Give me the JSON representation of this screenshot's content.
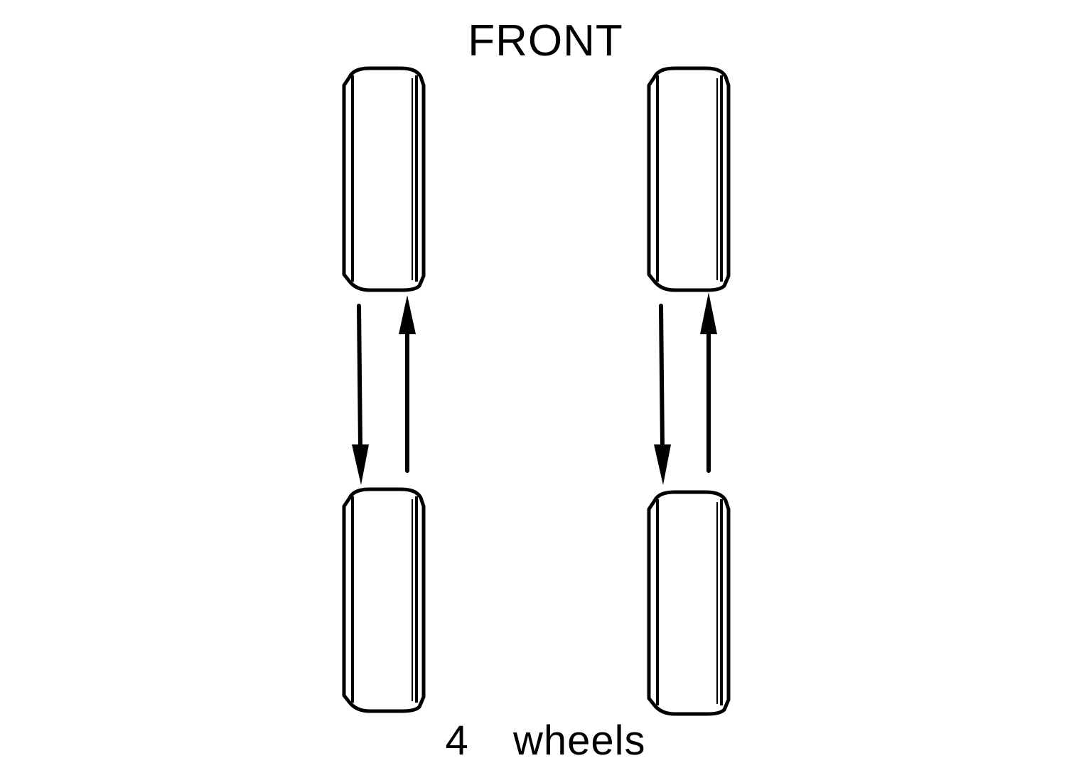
{
  "labels": {
    "front": "FRONT",
    "caption": "4  wheels"
  },
  "diagram": {
    "tires": [
      {
        "name": "tire-front-left"
      },
      {
        "name": "tire-front-right"
      },
      {
        "name": "tire-rear-left"
      },
      {
        "name": "tire-rear-right"
      }
    ],
    "arrows": [
      {
        "name": "arrow-left-front-to-rear",
        "direction": "down",
        "side": "left"
      },
      {
        "name": "arrow-left-rear-to-front",
        "direction": "up",
        "side": "left"
      },
      {
        "name": "arrow-right-front-to-rear",
        "direction": "down",
        "side": "right"
      },
      {
        "name": "arrow-right-rear-to-front",
        "direction": "up",
        "side": "right"
      }
    ],
    "stroke_color": "#000000",
    "background_color": "#ffffff"
  }
}
